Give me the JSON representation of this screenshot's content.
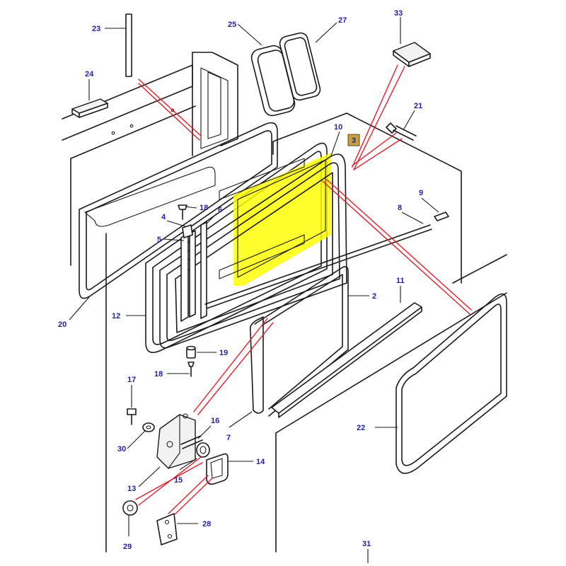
{
  "diagram": {
    "highlight_color": "#ffff00",
    "callout_color": "#1f1fa8",
    "guide_line_color": "#e0202a",
    "badge_color": "#c8a040",
    "callouts": [
      {
        "id": "c23",
        "text": "23"
      },
      {
        "id": "c24",
        "text": "24"
      },
      {
        "id": "c25",
        "text": "25"
      },
      {
        "id": "c27",
        "text": "27"
      },
      {
        "id": "c33",
        "text": "33"
      },
      {
        "id": "c21",
        "text": "21"
      },
      {
        "id": "c10",
        "text": "10"
      },
      {
        "id": "c3",
        "text": "3"
      },
      {
        "id": "c9",
        "text": "9"
      },
      {
        "id": "c8",
        "text": "8"
      },
      {
        "id": "c4",
        "text": "4"
      },
      {
        "id": "c18a",
        "text": "18"
      },
      {
        "id": "c6",
        "text": "6"
      },
      {
        "id": "c5",
        "text": "5"
      },
      {
        "id": "c20",
        "text": "20"
      },
      {
        "id": "c12",
        "text": "12"
      },
      {
        "id": "c2",
        "text": "2"
      },
      {
        "id": "c11",
        "text": "11"
      },
      {
        "id": "c19",
        "text": "19"
      },
      {
        "id": "c18b",
        "text": "18"
      },
      {
        "id": "c17",
        "text": "17"
      },
      {
        "id": "c16",
        "text": "16"
      },
      {
        "id": "c30",
        "text": "30"
      },
      {
        "id": "c7",
        "text": "7"
      },
      {
        "id": "c22",
        "text": "22"
      },
      {
        "id": "c14",
        "text": "14"
      },
      {
        "id": "c13",
        "text": "13"
      },
      {
        "id": "c15",
        "text": "15"
      },
      {
        "id": "c28",
        "text": "28"
      },
      {
        "id": "c29",
        "text": "29"
      },
      {
        "id": "c31",
        "text": "31"
      }
    ]
  }
}
